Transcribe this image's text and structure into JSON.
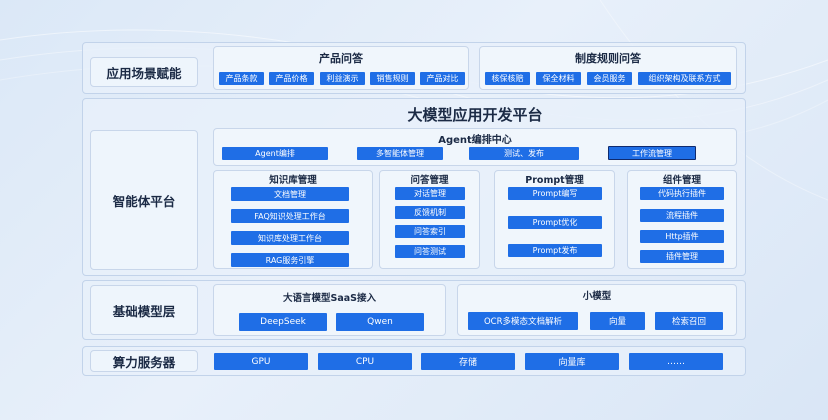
{
  "scenario": {
    "label": "应用场景赋能",
    "product_qa": {
      "title": "产品问答",
      "items": [
        "产品条款",
        "产品价格",
        "利益演示",
        "销售规则",
        "产品对比"
      ]
    },
    "policy_qa": {
      "title": "制度规则问答",
      "items": [
        "核保核赔",
        "保全材料",
        "会员服务",
        "组织架构及联系方式"
      ]
    }
  },
  "agent_platform": {
    "label": "智能体平台",
    "main_title": "大模型应用开发平台",
    "agent_center": {
      "title": "Agent编排中心",
      "items": [
        "Agent编排",
        "多智能体管理",
        "测试、发布",
        "工作流管理"
      ]
    },
    "knowledge": {
      "title": "知识库管理",
      "items": [
        "文档管理",
        "FAQ知识处理工作台",
        "知识库处理工作台",
        "RAG服务引擎"
      ]
    },
    "qa_mgmt": {
      "title": "问答管理",
      "items": [
        "对话管理",
        "反馈机制",
        "问答索引",
        "问答测试"
      ]
    },
    "prompt_mgmt": {
      "title": "Prompt管理",
      "items": [
        "Prompt编写",
        "Prompt优化",
        "Prompt发布"
      ]
    },
    "component_mgmt": {
      "title": "组件管理",
      "items": [
        "代码执行插件",
        "流程插件",
        "Http插件",
        "插件管理"
      ]
    }
  },
  "base_model": {
    "label": "基础模型层",
    "saas": {
      "title": "大语言模型SaaS接入",
      "items": [
        "DeepSeek",
        "Qwen"
      ]
    },
    "small_model": {
      "title": "小模型",
      "items": [
        "OCR多模态文档解析",
        "向量",
        "检索召回"
      ]
    }
  },
  "compute": {
    "label": "算力服务器",
    "items": [
      "GPU",
      "CPU",
      "存储",
      "向量库",
      "……"
    ]
  },
  "colors": {
    "chip": "#1f6ee6",
    "panel_border": "#c8d6ea",
    "text": "#1b2a45"
  }
}
